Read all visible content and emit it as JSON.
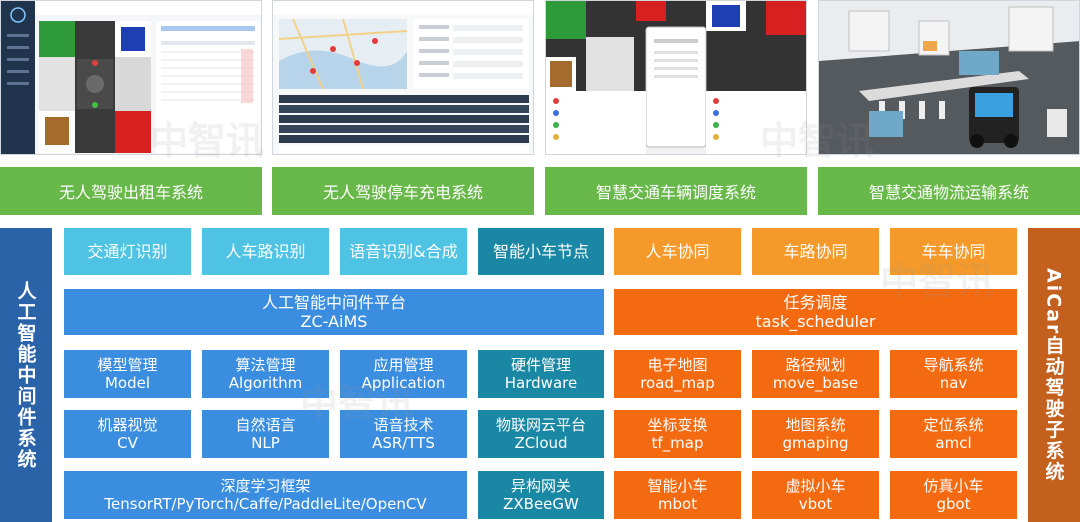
{
  "applications": [
    {
      "label": "无人驾驶出租车系统"
    },
    {
      "label": "无人驾驶停车充电系统"
    },
    {
      "label": "智慧交通车辆调度系统"
    },
    {
      "label": "智慧交通物流运输系统"
    }
  ],
  "left_panel": {
    "title": "人工智能中间件系统",
    "top_items": [
      "交通灯识别",
      "人车路识别",
      "语音识别&合成",
      "智能小车节点"
    ],
    "platform": {
      "name": "人工智能中间件平台",
      "code": "ZC-AiMS"
    },
    "row1": [
      {
        "cn": "模型管理",
        "en": "Model"
      },
      {
        "cn": "算法管理",
        "en": "Algorithm"
      },
      {
        "cn": "应用管理",
        "en": "Application"
      },
      {
        "cn": "硬件管理",
        "en": "Hardware"
      }
    ],
    "row2": [
      {
        "cn": "机器视觉",
        "en": "CV"
      },
      {
        "cn": "自然语言",
        "en": "NLP"
      },
      {
        "cn": "语音技术",
        "en": "ASR/TTS"
      },
      {
        "cn": "物联网云平台",
        "en": "ZCloud"
      }
    ],
    "framework": {
      "cn": "深度学习框架",
      "en": "TensorRT/PyTorch/Caffe/PaddleLite/OpenCV"
    },
    "gateway": {
      "cn": "异构网关",
      "en": "ZXBeeGW"
    }
  },
  "right_panel": {
    "title_latin": "AiCar",
    "title_cn": "自动驾驶子系统",
    "top_items": [
      "人车协同",
      "车路协同",
      "车车协同"
    ],
    "scheduler": {
      "cn": "任务调度",
      "en": "task_scheduler"
    },
    "row1": [
      {
        "cn": "电子地图",
        "en": "road_map"
      },
      {
        "cn": "路径规划",
        "en": "move_base"
      },
      {
        "cn": "导航系统",
        "en": "nav"
      }
    ],
    "row2": [
      {
        "cn": "坐标变换",
        "en": "tf_map"
      },
      {
        "cn": "地图系统",
        "en": "gmaping"
      },
      {
        "cn": "定位系统",
        "en": "amcl"
      }
    ],
    "row3": [
      {
        "cn": "智能小车",
        "en": "mbot"
      },
      {
        "cn": "虚拟小车",
        "en": "vbot"
      },
      {
        "cn": "仿真小车",
        "en": "gbot"
      }
    ]
  },
  "watermark": "中智讯"
}
